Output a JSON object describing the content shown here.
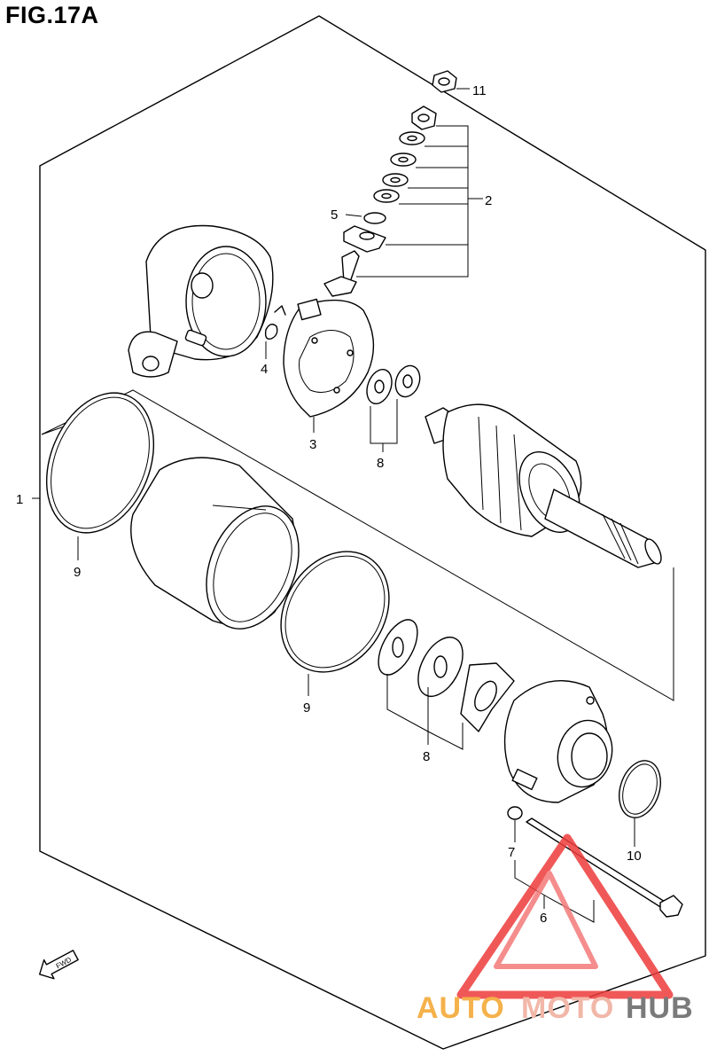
{
  "figure": {
    "title": "FIG.17A"
  },
  "callouts": {
    "c1": "1",
    "c2": "2",
    "c3": "3",
    "c4": "4",
    "c5": "5",
    "c6": "6",
    "c7": "7",
    "c8a": "8",
    "c8b": "8",
    "c9a": "9",
    "c9b": "9",
    "c10": "10",
    "c11": "11"
  },
  "direction_arrow": {
    "label": "FWD"
  },
  "watermark": {
    "part1": "AUTO",
    "part2": "MOTO",
    "part3": "HUB",
    "colors": {
      "auto": "#f5b14a",
      "moto": "#f1b7a8",
      "hub": "#7a7a7a",
      "triangle": "#ee3b3b"
    }
  }
}
